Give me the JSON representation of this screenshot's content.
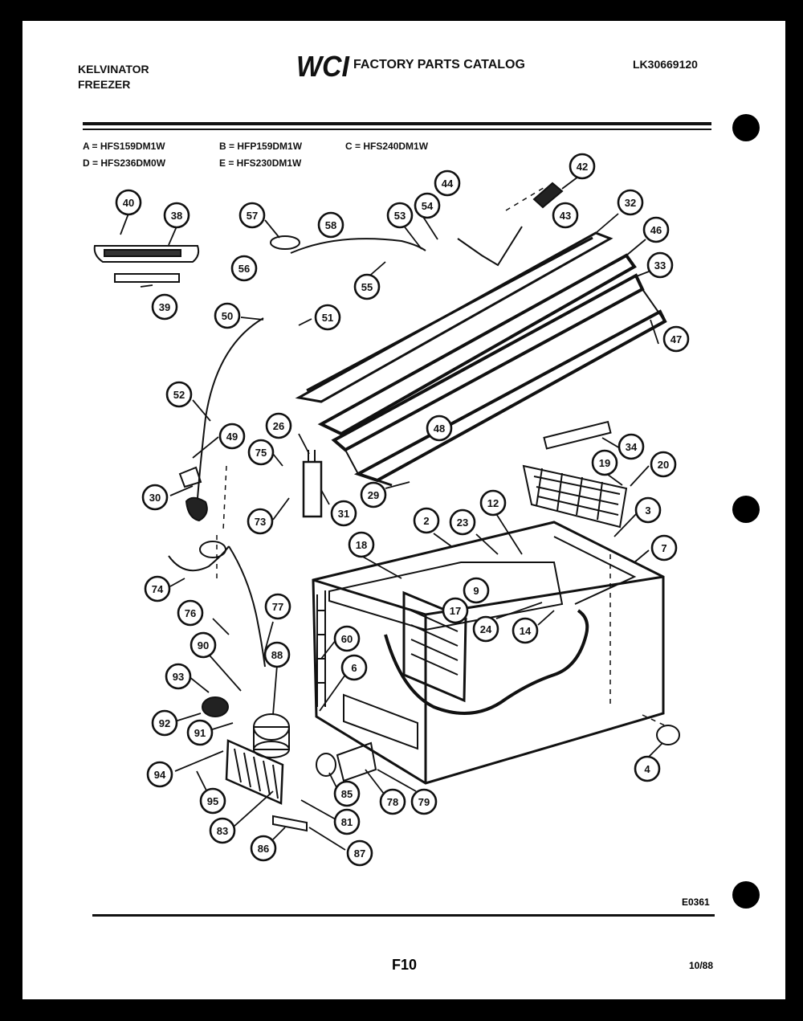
{
  "header": {
    "brand_line1": "KELVINATOR",
    "brand_line2": "FREEZER",
    "logo_text": "WCI",
    "catalog_title": "FACTORY PARTS CATALOG",
    "document_id": "LK30669120"
  },
  "models": {
    "a": "A = HFS159DM1W",
    "b": "B = HFP159DM1W",
    "c": "C = HFS240DM1W",
    "d": "D = HFS236DM0W",
    "e": "E = HFS230DM1W"
  },
  "callouts": [
    "40",
    "38",
    "39",
    "57",
    "58",
    "56",
    "53",
    "54",
    "55",
    "44",
    "42",
    "43",
    "32",
    "46",
    "33",
    "47",
    "50",
    "51",
    "52",
    "49",
    "75",
    "26",
    "30",
    "73",
    "31",
    "29",
    "48",
    "34",
    "19",
    "20",
    "3",
    "7",
    "74",
    "2",
    "23",
    "12",
    "18",
    "9",
    "76",
    "77",
    "90",
    "88",
    "60",
    "17",
    "24",
    "14",
    "93",
    "6",
    "92",
    "91",
    "94",
    "95",
    "83",
    "85",
    "78",
    "79",
    "81",
    "86",
    "87",
    "4"
  ],
  "footer": {
    "figure_code": "E0361",
    "page_number": "F10",
    "date": "10/88"
  }
}
